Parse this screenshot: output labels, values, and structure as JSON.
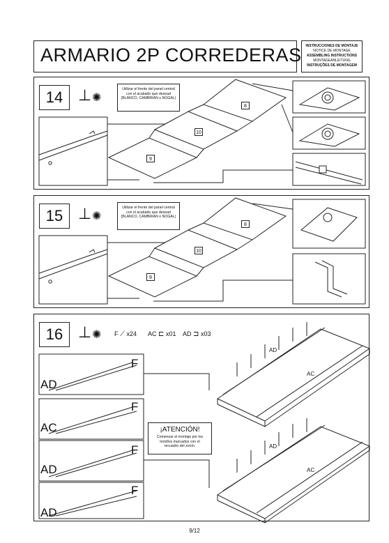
{
  "header": {
    "title": "ARMARIO 2P CORREDERAS",
    "languages": [
      "INSTRUCCIONES DE MONTAJE",
      "NOTICE DE MONTAGE",
      "ASSEMBLING INSTRUCTIONS",
      "MONTAGEANLEITUNG",
      "INSTRUÇÕES DE MONTAGEM"
    ]
  },
  "steps": [
    {
      "number": "14",
      "note": "Utilizar el frente del panel central con el acabado que desead (BLANCO, CAMBRIAN o NOGAL)",
      "parts": [
        "8",
        "10",
        "9"
      ]
    },
    {
      "number": "15",
      "note": "Utilizar el frente del panel central con el acabado que desead (BLANCO, CAMBRIAN o NOGAL)",
      "parts": [
        "8",
        "10",
        "9"
      ]
    },
    {
      "number": "16",
      "hardware": [
        {
          "code": "F",
          "qty": "x24"
        },
        {
          "code": "AC",
          "qty": "x01"
        },
        {
          "code": "AD",
          "qty": "x03"
        }
      ],
      "callouts": {
        "f1": "F",
        "ad1": "AD",
        "f2": "F",
        "ac": "AC",
        "f3": "F",
        "ad2": "AD",
        "f4": "F",
        "ad3": "AD"
      },
      "drawing_labels": {
        "ad_top": "AD",
        "ac_top": "AC",
        "ad_bottom": "AD",
        "ac_bottom": "AC"
      },
      "attention_title": "¡ATENCIÓN!",
      "attention_text": "Comenzar el montaje por los tornillos marcados con el recuadro del zoom."
    }
  ],
  "footer": {
    "page": "9/12"
  }
}
